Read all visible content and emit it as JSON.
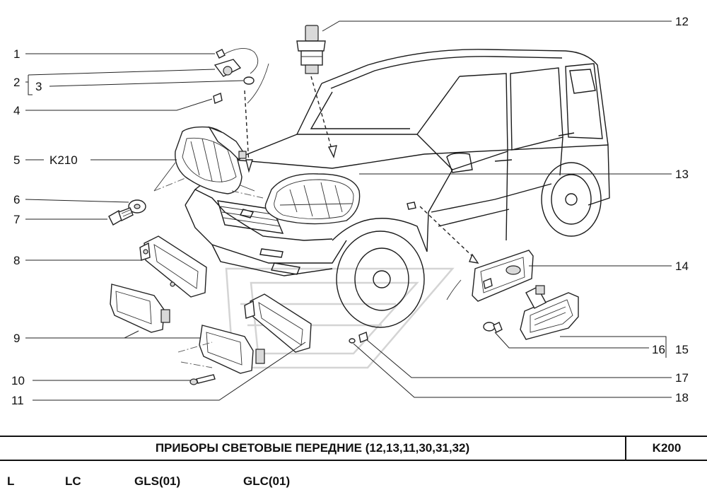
{
  "callouts": {
    "c1": "1",
    "c2": "2",
    "c3": "3",
    "c4": "4",
    "c5": "5",
    "c5_code": "K210",
    "c6": "6",
    "c7": "7",
    "c8": "8",
    "c9": "9",
    "c10": "10",
    "c11": "11",
    "c12": "12",
    "c13": "13",
    "c14": "14",
    "c15": "15",
    "c16": "16",
    "c17": "17",
    "c18": "18"
  },
  "title": "ПРИБОРЫ  СВЕТОВЫЕ  ПЕРЕДНИЕ (12,13,11,30,31,32)",
  "page_code": "K200",
  "variants": [
    "L",
    "LC",
    "GLS(01)",
    "GLC(01)"
  ]
}
